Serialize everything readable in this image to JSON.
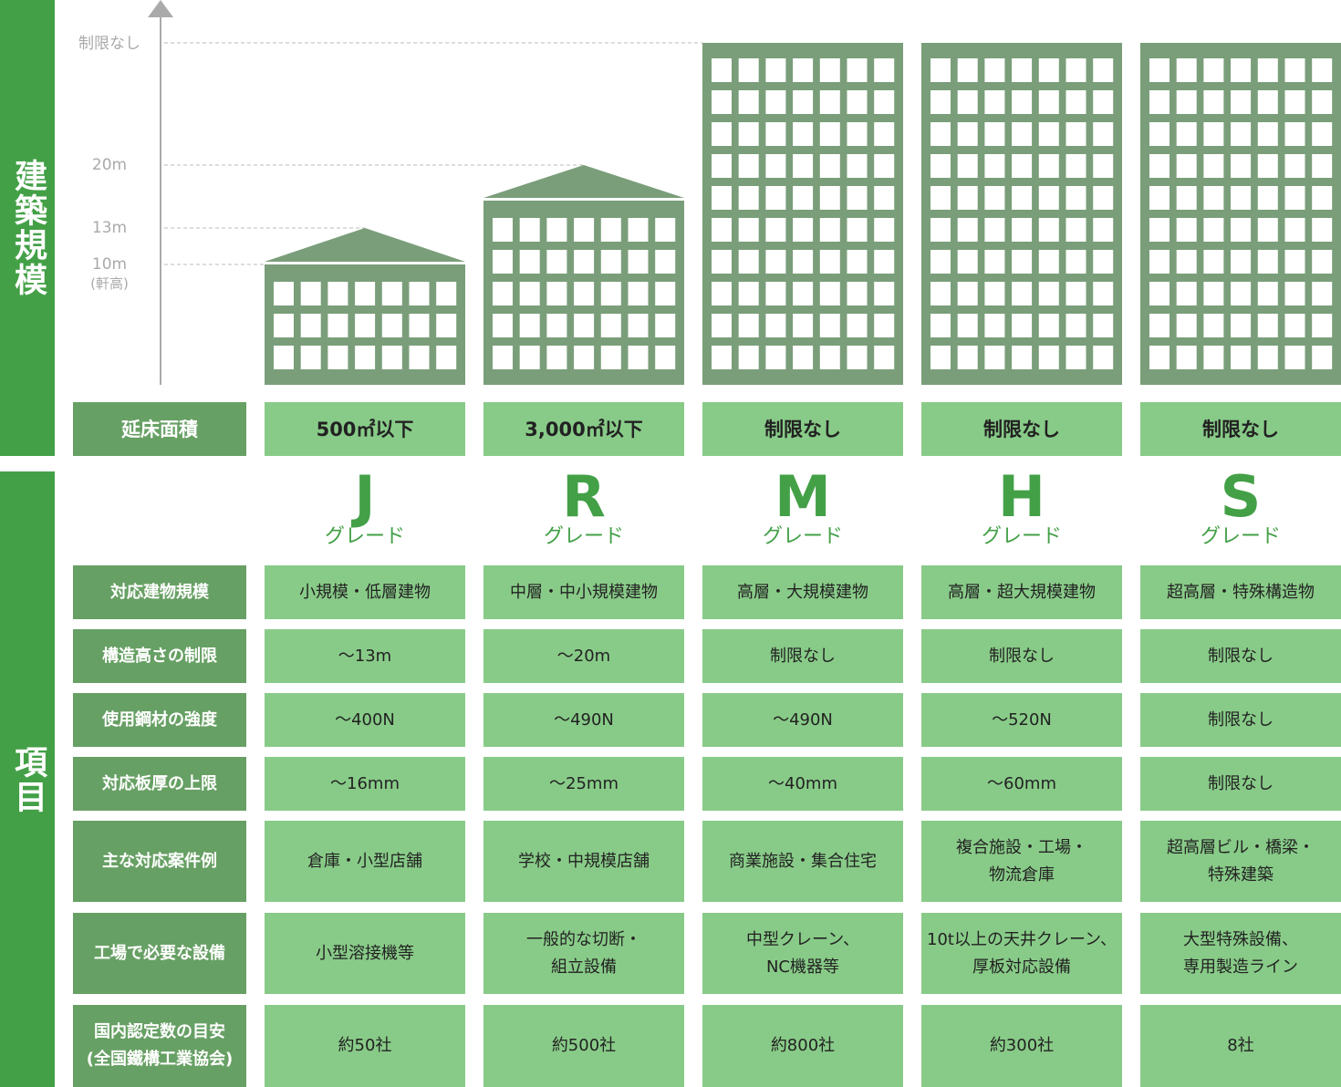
{
  "sections": {
    "scale": "建築規模",
    "items": "項目"
  },
  "axis": {
    "ticks": [
      {
        "label": "制限なし",
        "note": ""
      },
      {
        "label": "20m",
        "note": ""
      },
      {
        "label": "13m",
        "note": ""
      },
      {
        "label": "10m",
        "note": "(軒高)"
      }
    ]
  },
  "colors": {
    "sidebar": "#43a047",
    "header": "#67a064",
    "cell": "#88cb88",
    "building": "#7a9e7a"
  },
  "floor_area": {
    "label": "延床面積",
    "values": [
      "500㎡以下",
      "3,000㎡以下",
      "制限なし",
      "制限なし",
      "制限なし"
    ]
  },
  "grades": [
    {
      "letter": "J",
      "suffix": "グレード"
    },
    {
      "letter": "R",
      "suffix": "グレード"
    },
    {
      "letter": "M",
      "suffix": "グレード"
    },
    {
      "letter": "H",
      "suffix": "グレード"
    },
    {
      "letter": "S",
      "suffix": "グレード"
    }
  ],
  "rows": [
    {
      "label": "対応建物規模",
      "values": [
        "小規模・低層建物",
        "中層・中小規模建物",
        "高層・大規模建物",
        "高層・超大規模建物",
        "超高層・特殊構造物"
      ]
    },
    {
      "label": "構造高さの制限",
      "values": [
        "～13m",
        "～20m",
        "制限なし",
        "制限なし",
        "制限なし"
      ]
    },
    {
      "label": "使用鋼材の強度",
      "values": [
        "～400N",
        "～490N",
        "～490N",
        "～520N",
        "制限なし"
      ]
    },
    {
      "label": "対応板厚の上限",
      "values": [
        "～16mm",
        "～25mm",
        "～40mm",
        "～60mm",
        "制限なし"
      ]
    },
    {
      "label": "主な対応案件例",
      "values": [
        "倉庫・小型店舗",
        "学校・中規模店舗",
        "商業施設・集合住宅",
        "複合施設・工場・\n物流倉庫",
        "超高層ビル・橋梁・\n特殊建築"
      ]
    },
    {
      "label": "工場で必要な設備",
      "values": [
        "小型溶接機等",
        "一般的な切断・\n組立設備",
        "中型クレーン、\nNC機器等",
        "10t以上の天井クレーン、\n厚板対応設備",
        "大型特殊設備、\n専用製造ライン"
      ]
    },
    {
      "label": "国内認定数の目安\n(全国鐵構工業協会)",
      "values": [
        "約50社",
        "約500社",
        "約800社",
        "約300社",
        "8社"
      ]
    }
  ]
}
